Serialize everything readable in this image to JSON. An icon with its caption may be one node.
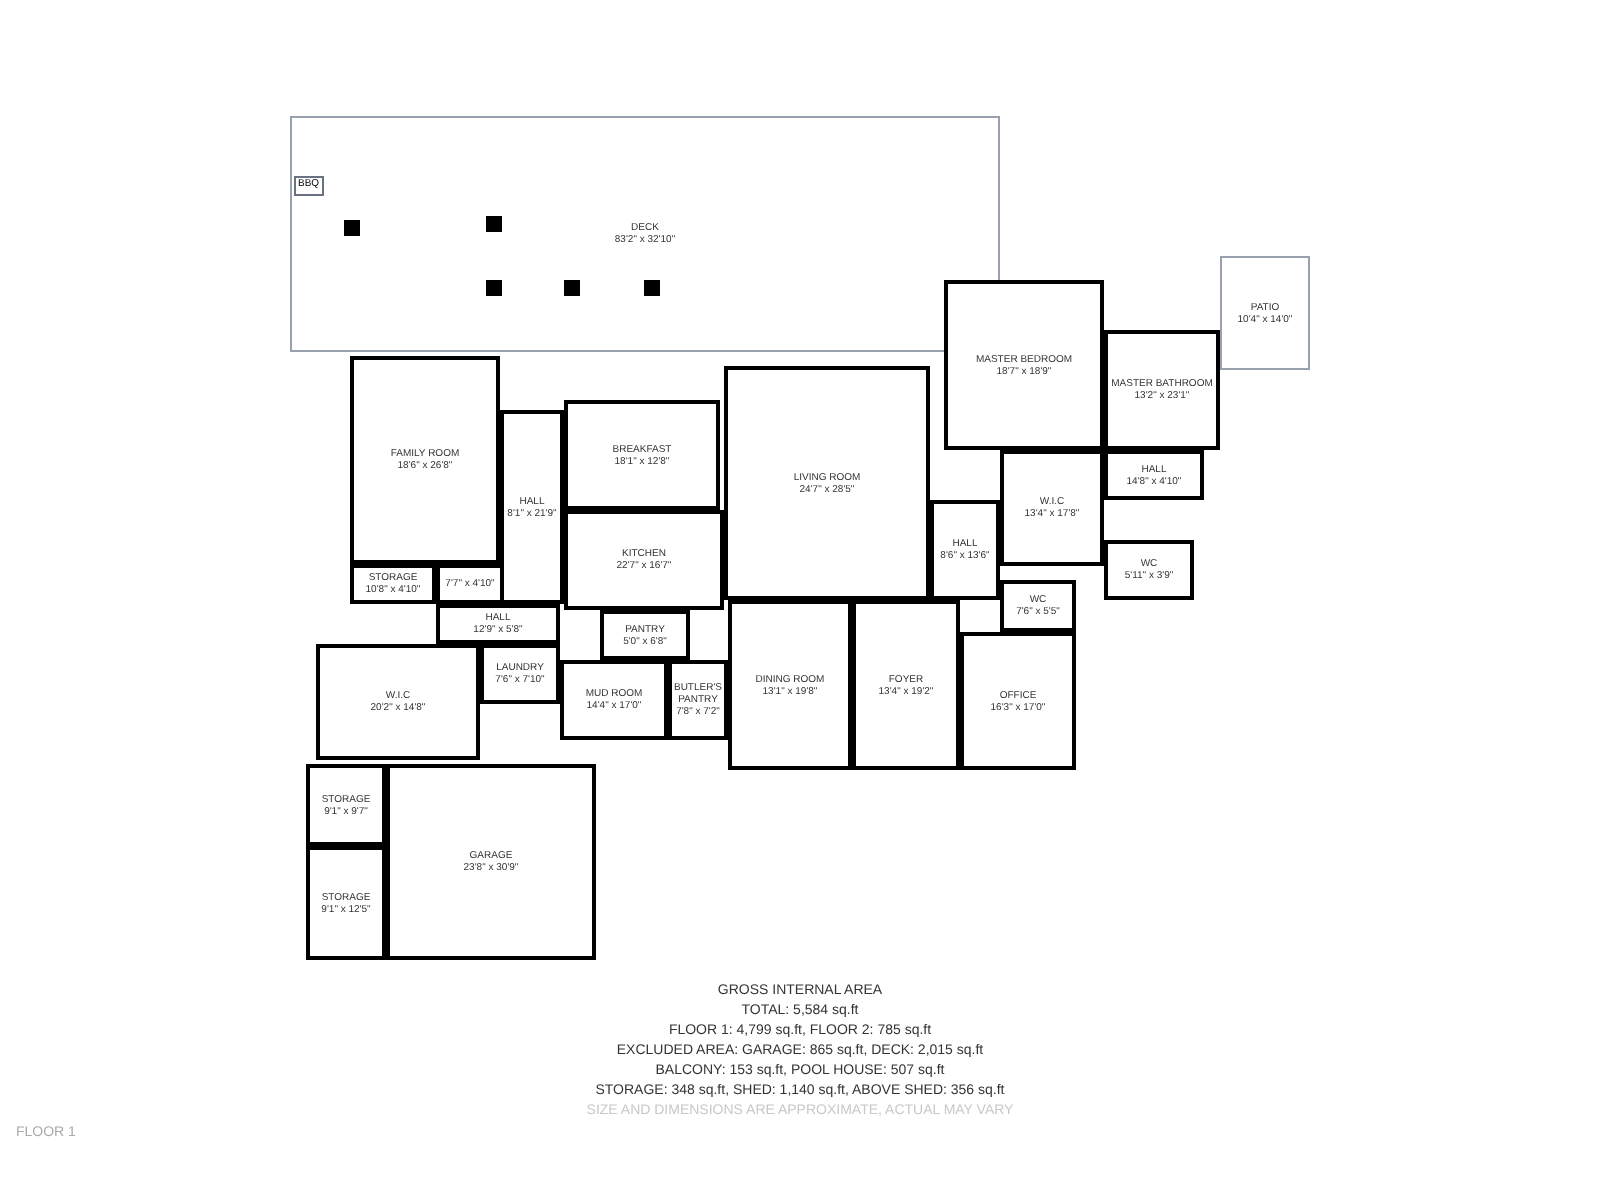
{
  "diagram": {
    "nodes": [
      {
        "text": [
          "DECK",
          "83'2\" x 32'10\""
        ]
      },
      {
        "text": [
          "PATIO",
          "10'4\" x 14'0\""
        ]
      },
      {
        "text": [
          "MASTER BEDROOM",
          "18'7\" x 18'9\""
        ]
      },
      {
        "text": [
          "MASTER BATHROOM",
          "13'2\" x 23'1\""
        ]
      },
      {
        "text": [
          "FAMILY ROOM",
          "18'6\" x 26'8\""
        ]
      },
      {
        "text": [
          "HALL",
          "8'1\" x 21'9\""
        ]
      },
      {
        "text": [
          "BREAKFAST",
          "18'1\" x 12'8\""
        ]
      },
      {
        "text": [
          "LIVING ROOM",
          "24'7\" x 28'5\""
        ]
      },
      {
        "text": [
          "HALL",
          "14'8\" x 4'10\""
        ]
      },
      {
        "text": [
          "W.I.C",
          "13'4\" x 17'8\""
        ]
      },
      {
        "text": [
          "KITCHEN",
          "22'7\" x 16'7\""
        ]
      },
      {
        "text": [
          "HALL",
          "8'6\" x 13'6\""
        ]
      },
      {
        "text": [
          "WC",
          "5'11\" x 3'9\""
        ]
      },
      {
        "text": [
          "STORAGE",
          "10'8\" x 4'10\""
        ]
      },
      {
        "text": [
          "7'7\" x 4'10\""
        ]
      },
      {
        "text": [
          "WC",
          "7'6\" x 5'5\""
        ]
      },
      {
        "text": [
          "HALL",
          "12'9\" x 5'8\""
        ]
      },
      {
        "text": [
          "PANTRY",
          "5'0\" x 6'8\""
        ]
      },
      {
        "text": [
          "W.I.C",
          "20'2\" x 14'8\""
        ]
      },
      {
        "text": [
          "LAUNDRY",
          "7'6\" x 7'10\""
        ]
      },
      {
        "text": [
          "MUD ROOM",
          "14'4\" x 17'0\""
        ]
      },
      {
        "text": [
          "BUTLER'S PANTRY",
          "7'8\" x 7'2\""
        ]
      },
      {
        "text": [
          "DINING ROOM",
          "13'1\" x 19'8\""
        ]
      },
      {
        "text": [
          "FOYER",
          "13'4\" x 19'2\""
        ]
      },
      {
        "text": [
          "OFFICE",
          "16'3\" x 17'0\""
        ]
      },
      {
        "text": [
          "STORAGE",
          "9'1\" x 9'7\""
        ]
      },
      {
        "text": [
          "GARAGE",
          "23'8\" x 30'9\""
        ]
      },
      {
        "text": [
          "STORAGE",
          "9'1\" x 12'5\""
        ]
      }
    ],
    "labels": [
      "BBQ",
      "GROSS INTERNAL AREA",
      "TOTAL: 5,584 sq.ft",
      "FLOOR 1: 4,799 sq.ft, FLOOR 2: 785 sq.ft",
      "EXCLUDED AREA: GARAGE: 865 sq.ft, DECK: 2,015 sq.ft",
      "BALCONY: 153 sq.ft, POOL HOUSE: 507 sq.ft",
      "STORAGE: 348 sq.ft, SHED: 1,140 sq.ft, ABOVE SHED: 356 sq.ft",
      "FLOOR 1",
      "SIZE AND DIMENSIONS ARE APPROXIMATE, ACTUAL MAY VARY"
    ]
  }
}
